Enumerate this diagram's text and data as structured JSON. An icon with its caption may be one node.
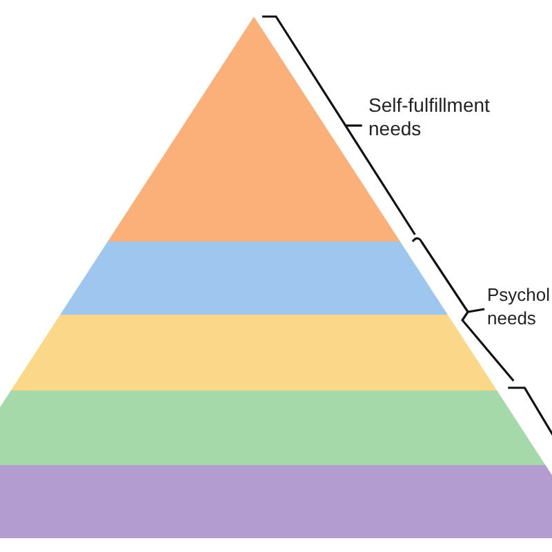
{
  "diagram": {
    "nodes": [
      {
        "text": [],
        "shape": "triangle"
      },
      {
        "text": [],
        "shape": "band"
      },
      {
        "text": [],
        "shape": "band"
      },
      {
        "text": [],
        "shape": "band"
      },
      {
        "text": [],
        "shape": "band"
      }
    ],
    "labels": [
      "Self-fulfillment needs",
      "Psychol needs"
    ]
  }
}
